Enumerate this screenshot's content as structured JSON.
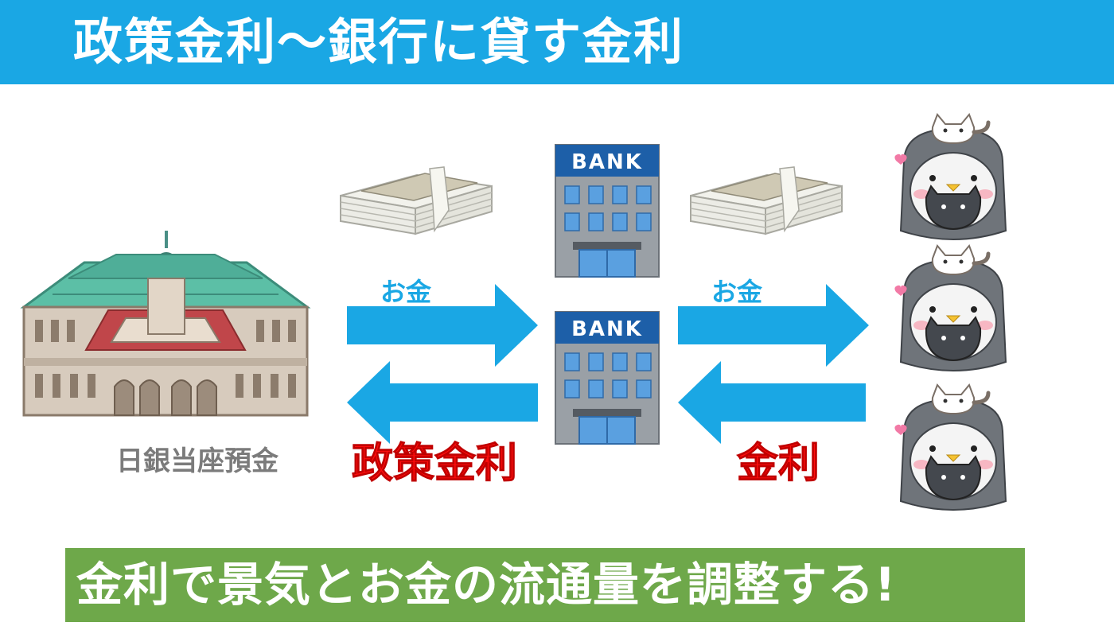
{
  "header": {
    "title": "政策金利〜銀行に貸す金利"
  },
  "footer": {
    "text": "金利で景気とお金の流通量を調整する!"
  },
  "labels": {
    "money_left": "お金",
    "money_right": "お金",
    "policy_rate": "政策金利",
    "rate": "金利",
    "boj_deposit": "日銀当座預金"
  },
  "banks": [
    {
      "sign": "BANK"
    },
    {
      "sign": "BANK"
    }
  ],
  "colors": {
    "header_bg": "#1aa7e4",
    "footer_bg": "#6ea84a",
    "arrow": "#1aa7e4",
    "red_text": "#ff0d0d",
    "gray_text": "#7b7b7b"
  }
}
